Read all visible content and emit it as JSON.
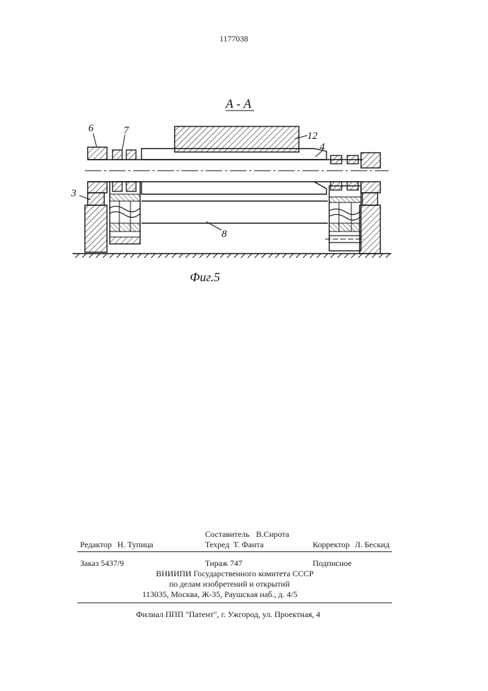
{
  "patent_number": "1177038",
  "figure": {
    "section_label": "А - А",
    "caption": "Фиг.5",
    "callouts": [
      "6",
      "7",
      "12",
      "4",
      "3",
      "8"
    ]
  },
  "colophon": {
    "compiler_label": "Составитель",
    "compiler_name": "В.Сирота",
    "editor_label": "Редактор",
    "editor_name": "Н. Тупица",
    "techred_label": "Техред",
    "techred_name": "Т. Фанта",
    "corrector_label": "Корректор",
    "corrector_name": "Л. Бескид",
    "order": "Заказ 5437/9",
    "circulation": "Тираж 747",
    "subscription": "Подписное",
    "org_line1": "ВНИИПИ Государственного комитета СССР",
    "org_line2": "по делам изобретений и открытий",
    "org_address": "113035, Москва, Ж-35, Раушская наб., д. 4/5",
    "branch": "Филиал ППП \"Патент\", г. Ужгород, ул. Проектная, 4"
  }
}
